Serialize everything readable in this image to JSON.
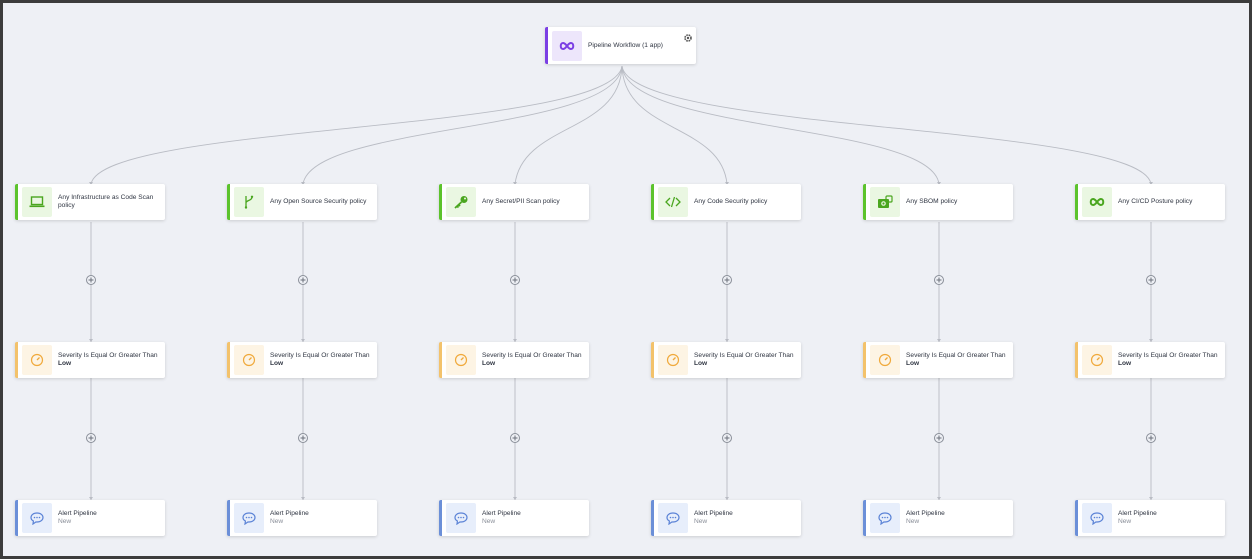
{
  "root": {
    "label": "Pipeline Workflow (1 app)",
    "icon": "infinity-icon",
    "settings_icon": "gear-icon"
  },
  "columns": [
    {
      "policy": "Any Infrastructure as Code Scan policy",
      "policy_icon": "laptop-icon",
      "condition": {
        "label": "Severity Is Equal Or Greater Than",
        "value": "Low",
        "icon": "gauge-icon"
      },
      "action": {
        "label": "Alert Pipeline",
        "status": "New",
        "icon": "chat-icon"
      }
    },
    {
      "policy": "Any Open Source Security policy",
      "policy_icon": "branch-icon",
      "condition": {
        "label": "Severity Is Equal Or Greater Than",
        "value": "Low",
        "icon": "gauge-icon"
      },
      "action": {
        "label": "Alert Pipeline",
        "status": "New",
        "icon": "chat-icon"
      }
    },
    {
      "policy": "Any Secret/PII Scan policy",
      "policy_icon": "key-icon",
      "condition": {
        "label": "Severity Is Equal Or Greater Than",
        "value": "Low",
        "icon": "gauge-icon"
      },
      "action": {
        "label": "Alert Pipeline",
        "status": "New",
        "icon": "chat-icon"
      }
    },
    {
      "policy": "Any Code Security policy",
      "policy_icon": "code-icon",
      "condition": {
        "label": "Severity Is Equal Or Greater Than",
        "value": "Low",
        "icon": "gauge-icon"
      },
      "action": {
        "label": "Alert Pipeline",
        "status": "New",
        "icon": "chat-icon"
      }
    },
    {
      "policy": "Any SBOM policy",
      "policy_icon": "sbom-icon",
      "condition": {
        "label": "Severity Is Equal Or Greater Than",
        "value": "Low",
        "icon": "gauge-icon"
      },
      "action": {
        "label": "Alert Pipeline",
        "status": "New",
        "icon": "chat-icon"
      }
    },
    {
      "policy": "Any CI/CD Posture policy",
      "policy_icon": "infinity-icon",
      "condition": {
        "label": "Severity Is Equal Or Greater Than",
        "value": "Low",
        "icon": "gauge-icon"
      },
      "action": {
        "label": "Alert Pipeline",
        "status": "New",
        "icon": "chat-icon"
      }
    }
  ],
  "colors": {
    "canvas": "#eef0f5",
    "policy_accent": "#5cc32c",
    "condition_accent": "#f3c26b",
    "action_accent": "#6b8fd8",
    "root_accent": "#7b3fe4",
    "connector": "#b9bcc4"
  }
}
